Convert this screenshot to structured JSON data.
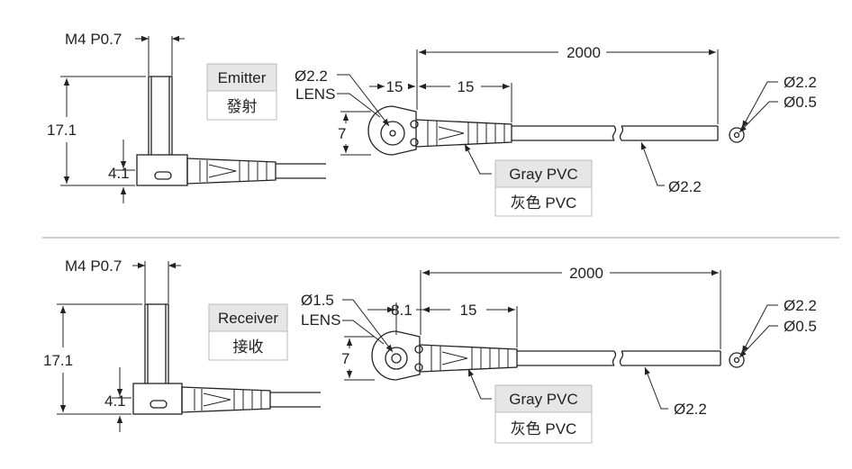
{
  "emitter": {
    "thread": "M4 P0.7",
    "height": "17.1",
    "offset": "4.1",
    "type_en": "Emitter",
    "type_cn": "發射",
    "lens_dia": "Ø2.2",
    "lens": "LENS",
    "dim_a": "15",
    "dim_b": "15",
    "width": "7",
    "length": "2000",
    "end_outer": "Ø2.2",
    "end_inner": "Ø0.5",
    "cable_dia": "Ø2.2",
    "jacket_en": "Gray PVC",
    "jacket_cn": "灰色 PVC"
  },
  "receiver": {
    "thread": "M4 P0.7",
    "height": "17.1",
    "offset": "4.1",
    "type_en": "Receiver",
    "type_cn": "接收",
    "lens_dia": "Ø1.5",
    "lens": "LENS",
    "dim_a": "8.1",
    "dim_b": "15",
    "width": "7",
    "length": "2000",
    "end_outer": "Ø2.2",
    "end_inner": "Ø0.5",
    "cable_dia": "Ø2.2",
    "jacket_en": "Gray PVC",
    "jacket_cn": "灰色 PVC"
  },
  "colors": {
    "line": "#222222",
    "box_fill": "#e6e6e6",
    "box_border": "#bbbbbb",
    "divider": "#999999"
  }
}
